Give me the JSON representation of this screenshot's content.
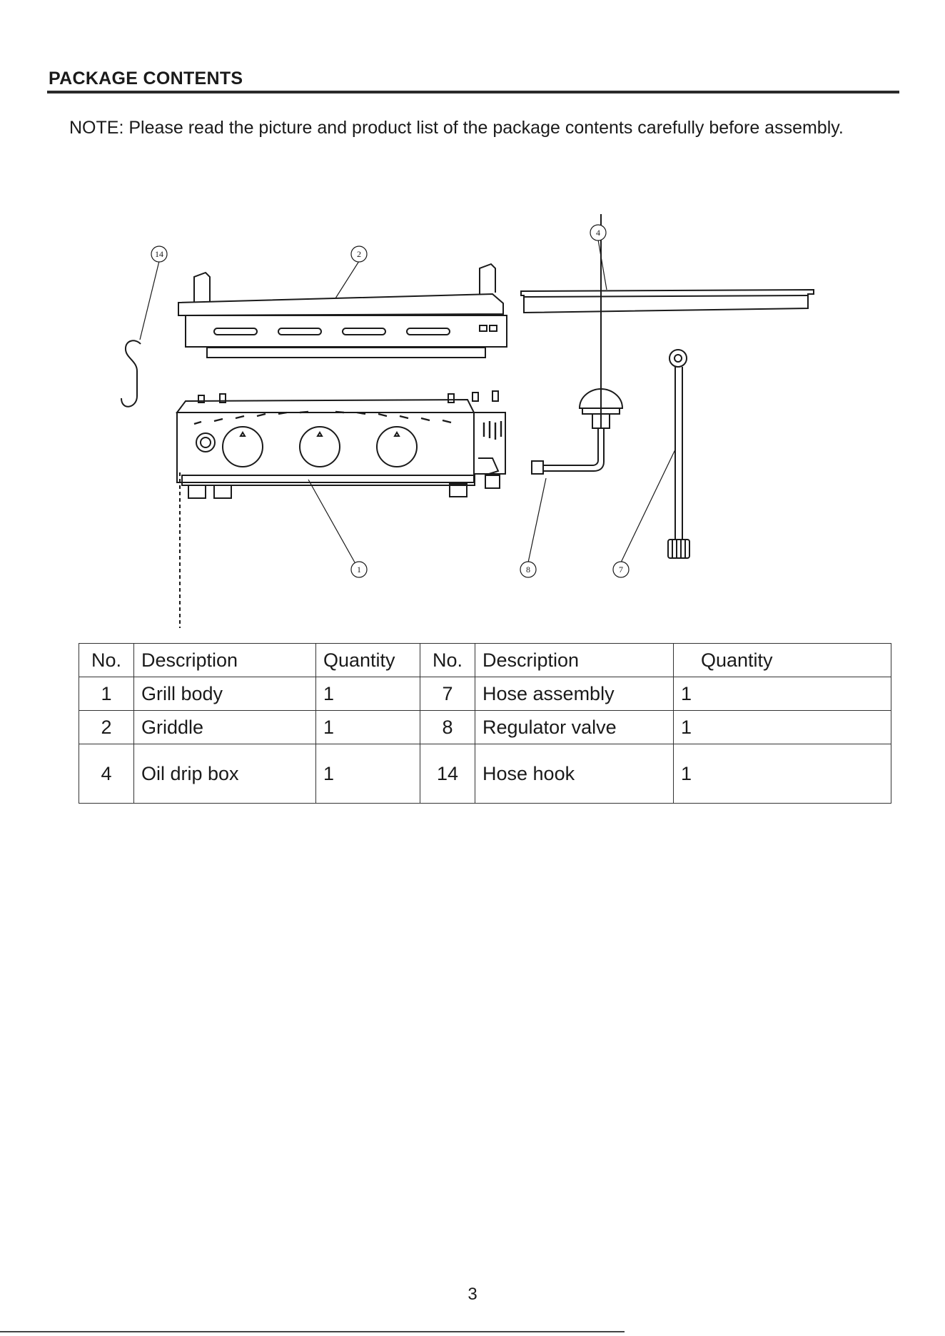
{
  "header": {
    "title": "PACKAGE CONTENTS"
  },
  "note": {
    "label": "NOTE",
    "text": ": Please read the picture and product list of the package contents carefully before assembly."
  },
  "diagram": {
    "callouts": [
      "14",
      "2",
      "4",
      "1",
      "8",
      "7"
    ]
  },
  "table": {
    "headers": [
      "No.",
      "Description",
      "Quantity",
      "No.",
      "Description",
      "Quantity"
    ],
    "rows": [
      [
        "1",
        "Grill body",
        "1",
        "7",
        "Hose assembly",
        "1"
      ],
      [
        "2",
        "Griddle",
        "1",
        "8",
        "Regulator valve",
        "1"
      ],
      [
        "4",
        "Oil drip box",
        "1",
        "14",
        "Hose hook",
        "1"
      ]
    ]
  },
  "footer": {
    "page_number": "3"
  }
}
